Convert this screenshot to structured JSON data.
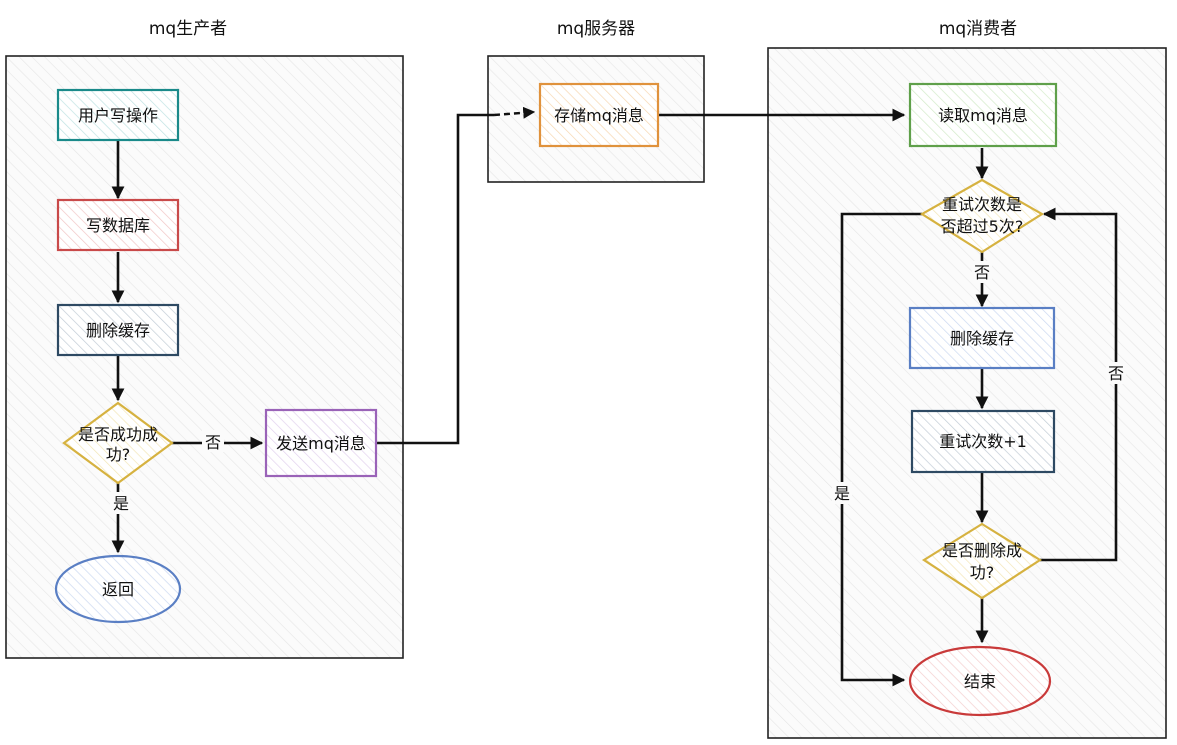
{
  "lanes": {
    "producer": {
      "title": "mq生产者"
    },
    "server": {
      "title": "mq服务器"
    },
    "consumer": {
      "title": "mq消费者"
    }
  },
  "nodes": {
    "user_write": {
      "label": "用户写操作",
      "color": "#1a8a8a"
    },
    "write_db": {
      "label": "写数据库",
      "color": "#c94a4a"
    },
    "delete_cache": {
      "label": "删除缓存",
      "color": "#2e4a63"
    },
    "is_success": {
      "label_line1": "是否成功成",
      "label_line2": "功?",
      "color": "#d6b240"
    },
    "return": {
      "label": "返回",
      "color": "#5a7fc4"
    },
    "send_mq": {
      "label": "发送mq消息",
      "color": "#9a63b8"
    },
    "store_mq": {
      "label": "存储mq消息",
      "color": "#e0923c"
    },
    "read_mq": {
      "label": "读取mq消息",
      "color": "#5fa04a"
    },
    "retry_check": {
      "label_line1": "重试次数是",
      "label_line2": "否超过5次?",
      "color": "#d6b240"
    },
    "c_delete_cache": {
      "label": "删除缓存",
      "color": "#5a7fc4"
    },
    "retry_plus": {
      "label": "重试次数+1",
      "color": "#2e4a63"
    },
    "delete_success": {
      "label_line1": "是否删除成",
      "label_line2": "功?",
      "color": "#d6b240"
    },
    "end": {
      "label": "结束",
      "color": "#c93a3a"
    }
  },
  "edge_labels": {
    "producer_no": "否",
    "producer_yes": "是",
    "retry_no": "否",
    "consumer_yes": "是",
    "loop_no": "否"
  }
}
